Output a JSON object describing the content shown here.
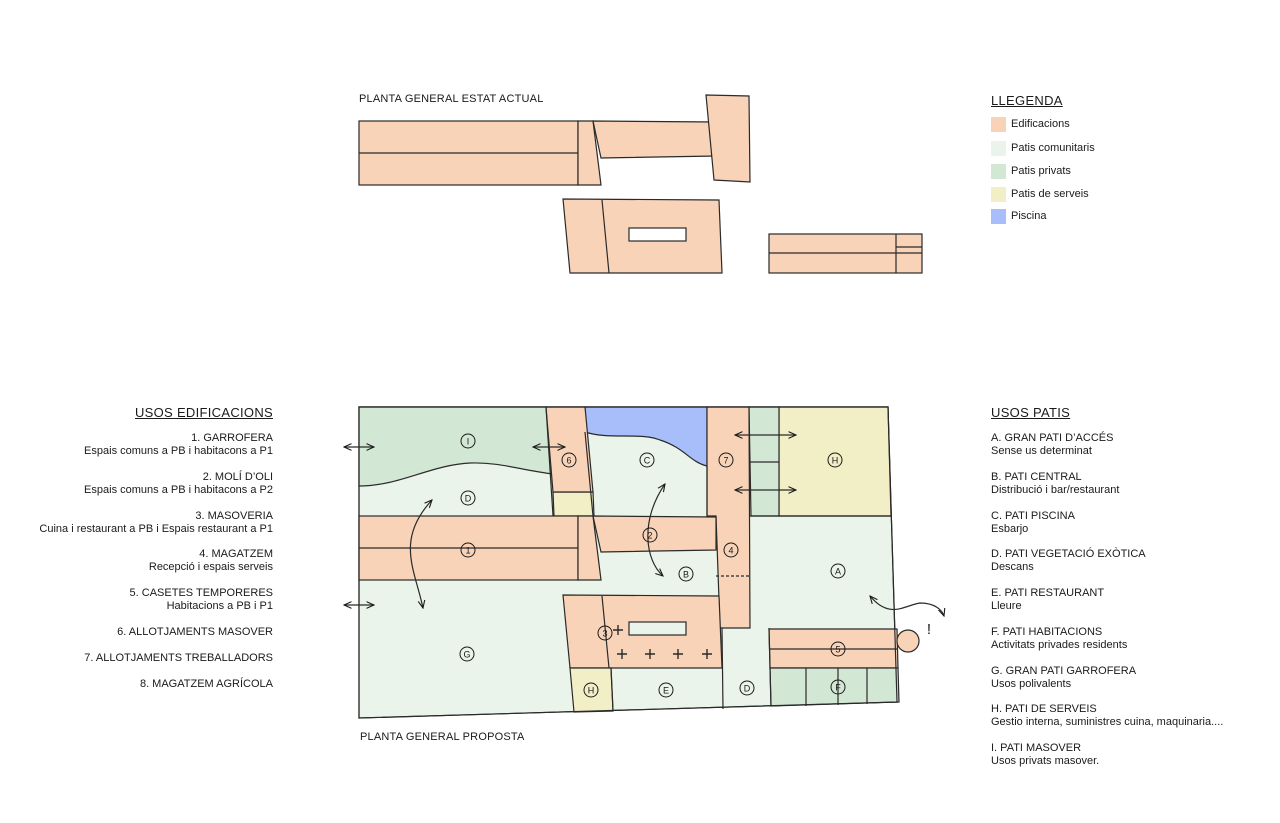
{
  "captions": {
    "current": "PLANTA GENERAL ESTAT ACTUAL",
    "proposal": "PLANTA GENERAL PROPOSTA"
  },
  "legend": {
    "title": "LLEGENDA",
    "items": [
      {
        "label": "Edificacions",
        "color": "#f8d3b8"
      },
      {
        "label": "Patis comunitaris",
        "color": "#eaf4ea"
      },
      {
        "label": "Patis privats",
        "color": "#d3e8d4"
      },
      {
        "label": "Patis de serveis",
        "color": "#f2efc6"
      },
      {
        "label": "Piscina",
        "color": "#a7befa"
      }
    ]
  },
  "usos_edificacions": {
    "title": "USOS EDIFICACIONS",
    "items": [
      {
        "name": "1. GARROFERA",
        "desc": "Espais comuns a PB i habitacons a P1"
      },
      {
        "name": "2. MOLÍ D’OLI",
        "desc": "Espais comuns a PB i habitacons a P2"
      },
      {
        "name": "3. MASOVERIA",
        "desc": "Cuina i restaurant a PB i Espais restaurant a P1"
      },
      {
        "name": "4. MAGATZEM",
        "desc": "Recepció i espais serveis"
      },
      {
        "name": "5. CASETES TEMPORERES",
        "desc": "Habitacions a PB i P1"
      },
      {
        "name": "6. ALLOTJAMENTS MASOVER",
        "desc": ""
      },
      {
        "name": "7. ALLOTJAMENTS TREBALLADORS",
        "desc": ""
      },
      {
        "name": "8. MAGATZEM AGRÍCOLA",
        "desc": ""
      }
    ]
  },
  "usos_patis": {
    "title": "USOS PATIS",
    "items": [
      {
        "name": "A. GRAN PATI D’ACCÉS",
        "desc": "Sense us determinat"
      },
      {
        "name": "B. PATI CENTRAL",
        "desc": "Distribució i bar/restaurant"
      },
      {
        "name": "C. PATI PISCINA",
        "desc": "Esbarjo"
      },
      {
        "name": "D. PATI VEGETACIÓ EXÒTICA",
        "desc": "Descans"
      },
      {
        "name": "E. PATI RESTAURANT",
        "desc": "Lleure"
      },
      {
        "name": "F. PATI HABITACIONS",
        "desc": "Activitats privades residents"
      },
      {
        "name": "G. GRAN PATI GARROFERA",
        "desc": "Usos polivalents"
      },
      {
        "name": "H. PATI DE SERVEIS",
        "desc": "Gestio interna, suministres cuina, maquinaria...."
      },
      {
        "name": "I. PATI MASOVER",
        "desc": "Usos privats masover."
      }
    ]
  },
  "plan_markers": {
    "patis": [
      "I",
      "D",
      "C",
      "H",
      "A",
      "B",
      "G",
      "E",
      "D",
      "F",
      "H"
    ],
    "buildings": [
      "1",
      "2",
      "3",
      "4",
      "5",
      "6",
      "7"
    ],
    "access_mark": "!"
  }
}
